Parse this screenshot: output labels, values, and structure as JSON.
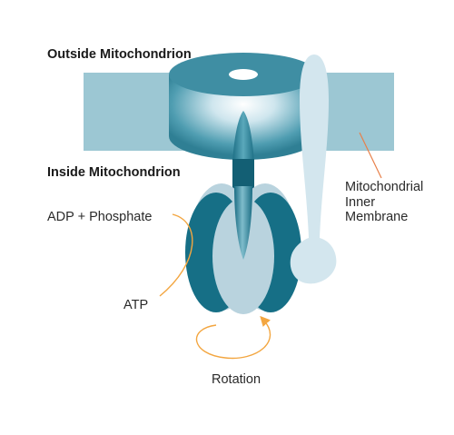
{
  "labels": {
    "outside": "Outside Mitochondrion",
    "inside": "Inside Mitochondrion",
    "adp": "ADP + Phosphate",
    "atp": "ATP",
    "rotation": "Rotation",
    "membrane_line1": "Mitochondrial",
    "membrane_line2": "Inner",
    "membrane_line3": "Membrane"
  },
  "colors": {
    "membrane": "#9cc7d3",
    "membrane_edge": "#7fb0bf",
    "rotor_top": "#3f8ea3",
    "rotor_side": "#2e7d92",
    "dark_subunit": "#166f86",
    "light_subunit": "#b9d3de",
    "stator": "#d3e6ee",
    "arrow": "#f3a640",
    "pointer": "#e8804a"
  }
}
